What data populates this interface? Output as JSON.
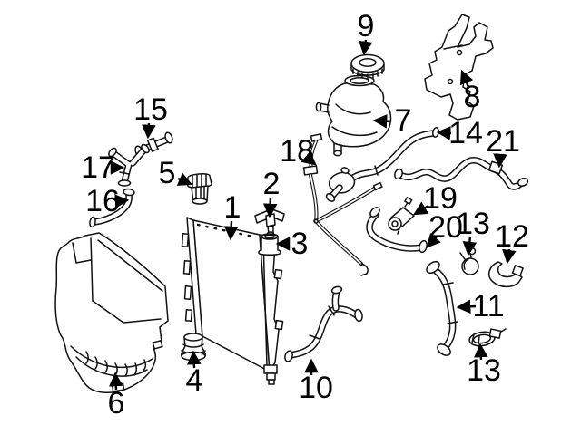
{
  "colors": {
    "background": "#ffffff",
    "line_art": "#111111",
    "label_text": "#000000"
  },
  "callouts": [
    {
      "label": "1"
    },
    {
      "label": "2"
    },
    {
      "label": "3"
    },
    {
      "label": "4"
    },
    {
      "label": "5"
    },
    {
      "label": "6"
    },
    {
      "label": "7"
    },
    {
      "label": "8"
    },
    {
      "label": "9"
    },
    {
      "label": "10"
    },
    {
      "label": "11"
    },
    {
      "label": "12"
    },
    {
      "label": "13"
    },
    {
      "label": "13"
    },
    {
      "label": "14"
    },
    {
      "label": "15"
    },
    {
      "label": "16"
    },
    {
      "label": "17"
    },
    {
      "label": "18"
    },
    {
      "label": "19"
    },
    {
      "label": "20"
    },
    {
      "label": "21"
    }
  ]
}
